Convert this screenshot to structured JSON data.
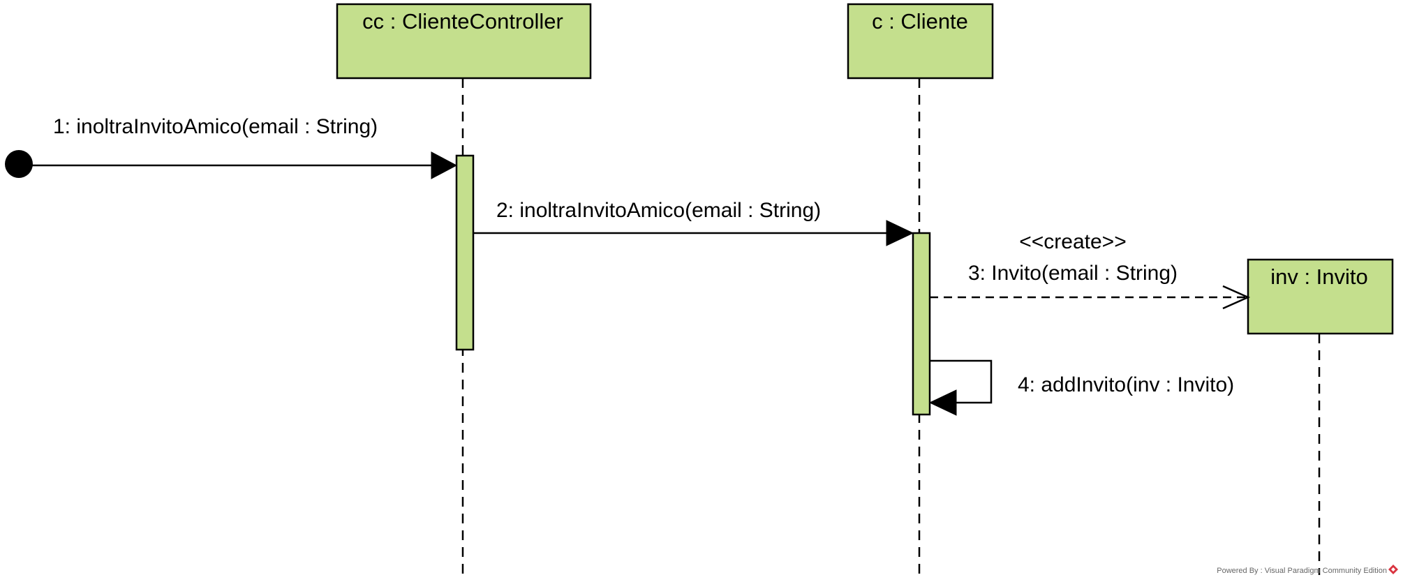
{
  "diagram": {
    "lifelines": {
      "controller": {
        "title": "cc : ClienteController"
      },
      "cliente": {
        "title": "c : Cliente"
      },
      "invito": {
        "title": "inv : Invito"
      }
    },
    "messages": {
      "m1": {
        "label": "1: inoltraInvitoAmico(email : String)"
      },
      "m2": {
        "label": "2: inoltraInvitoAmico(email : String)"
      },
      "m3": {
        "stereotype": "<<create>>",
        "label": "3: Invito(email : String)"
      },
      "m4": {
        "label": "4: addInvito(inv : Invito)"
      }
    },
    "colors": {
      "box_fill": "#c4df8d",
      "stroke": "#000000"
    }
  },
  "watermark": {
    "text": "Powered By : Visual Paradigm Community Edition",
    "icon": "visual-paradigm-logo-icon"
  }
}
